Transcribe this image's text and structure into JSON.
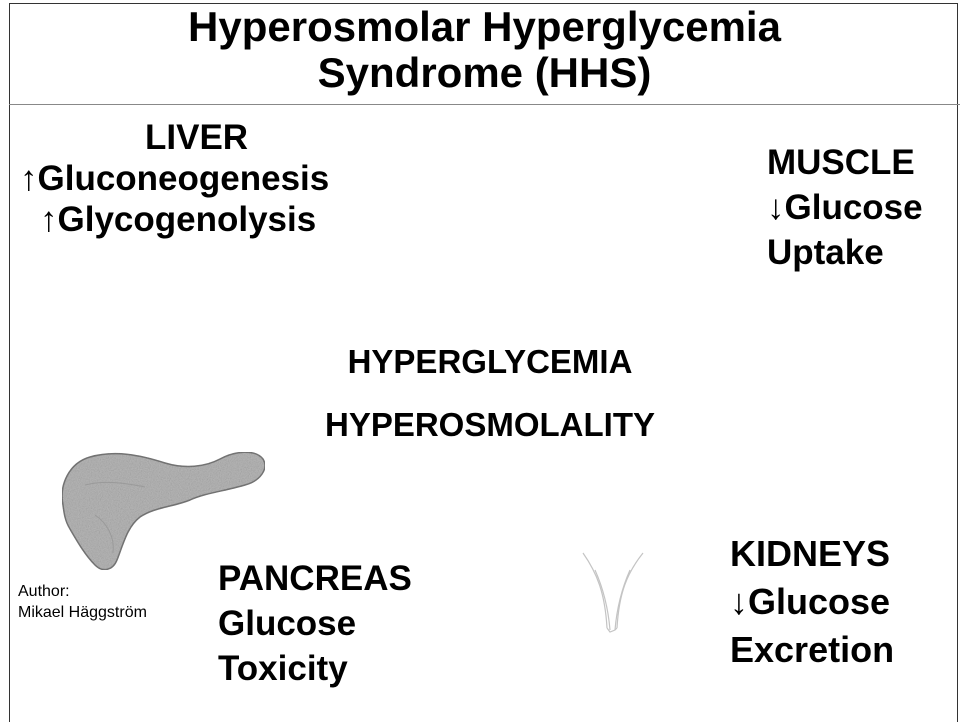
{
  "title": {
    "line1": "Hyperosmolar Hyperglycemia",
    "line2": "Syndrome (HHS)"
  },
  "liver": {
    "heading": "LIVER",
    "line2": "↑Gluconeogenesis",
    "line3": "↑Glycogenolysis"
  },
  "muscle": {
    "heading": "MUSCLE",
    "line2": "↓Glucose",
    "line3": "Uptake"
  },
  "center": {
    "line1": "HYPERGLYCEMIA",
    "line2": "HYPEROSMOLALITY"
  },
  "pancreas": {
    "heading": "PANCREAS",
    "line2": "Glucose",
    "line3": "Toxicity"
  },
  "kidneys": {
    "heading": "KIDNEYS",
    "line2": "↓Glucose",
    "line3": "Excretion"
  },
  "author": {
    "label": "Author:",
    "name": "Mikael Häggström"
  },
  "icons": {
    "pancreas": "pancreas-illustration",
    "arrows": "upward-arrows-icon"
  },
  "colors": {
    "text": "#000000",
    "background": "#ffffff",
    "pancreas_fill": "#b8b8b8"
  }
}
